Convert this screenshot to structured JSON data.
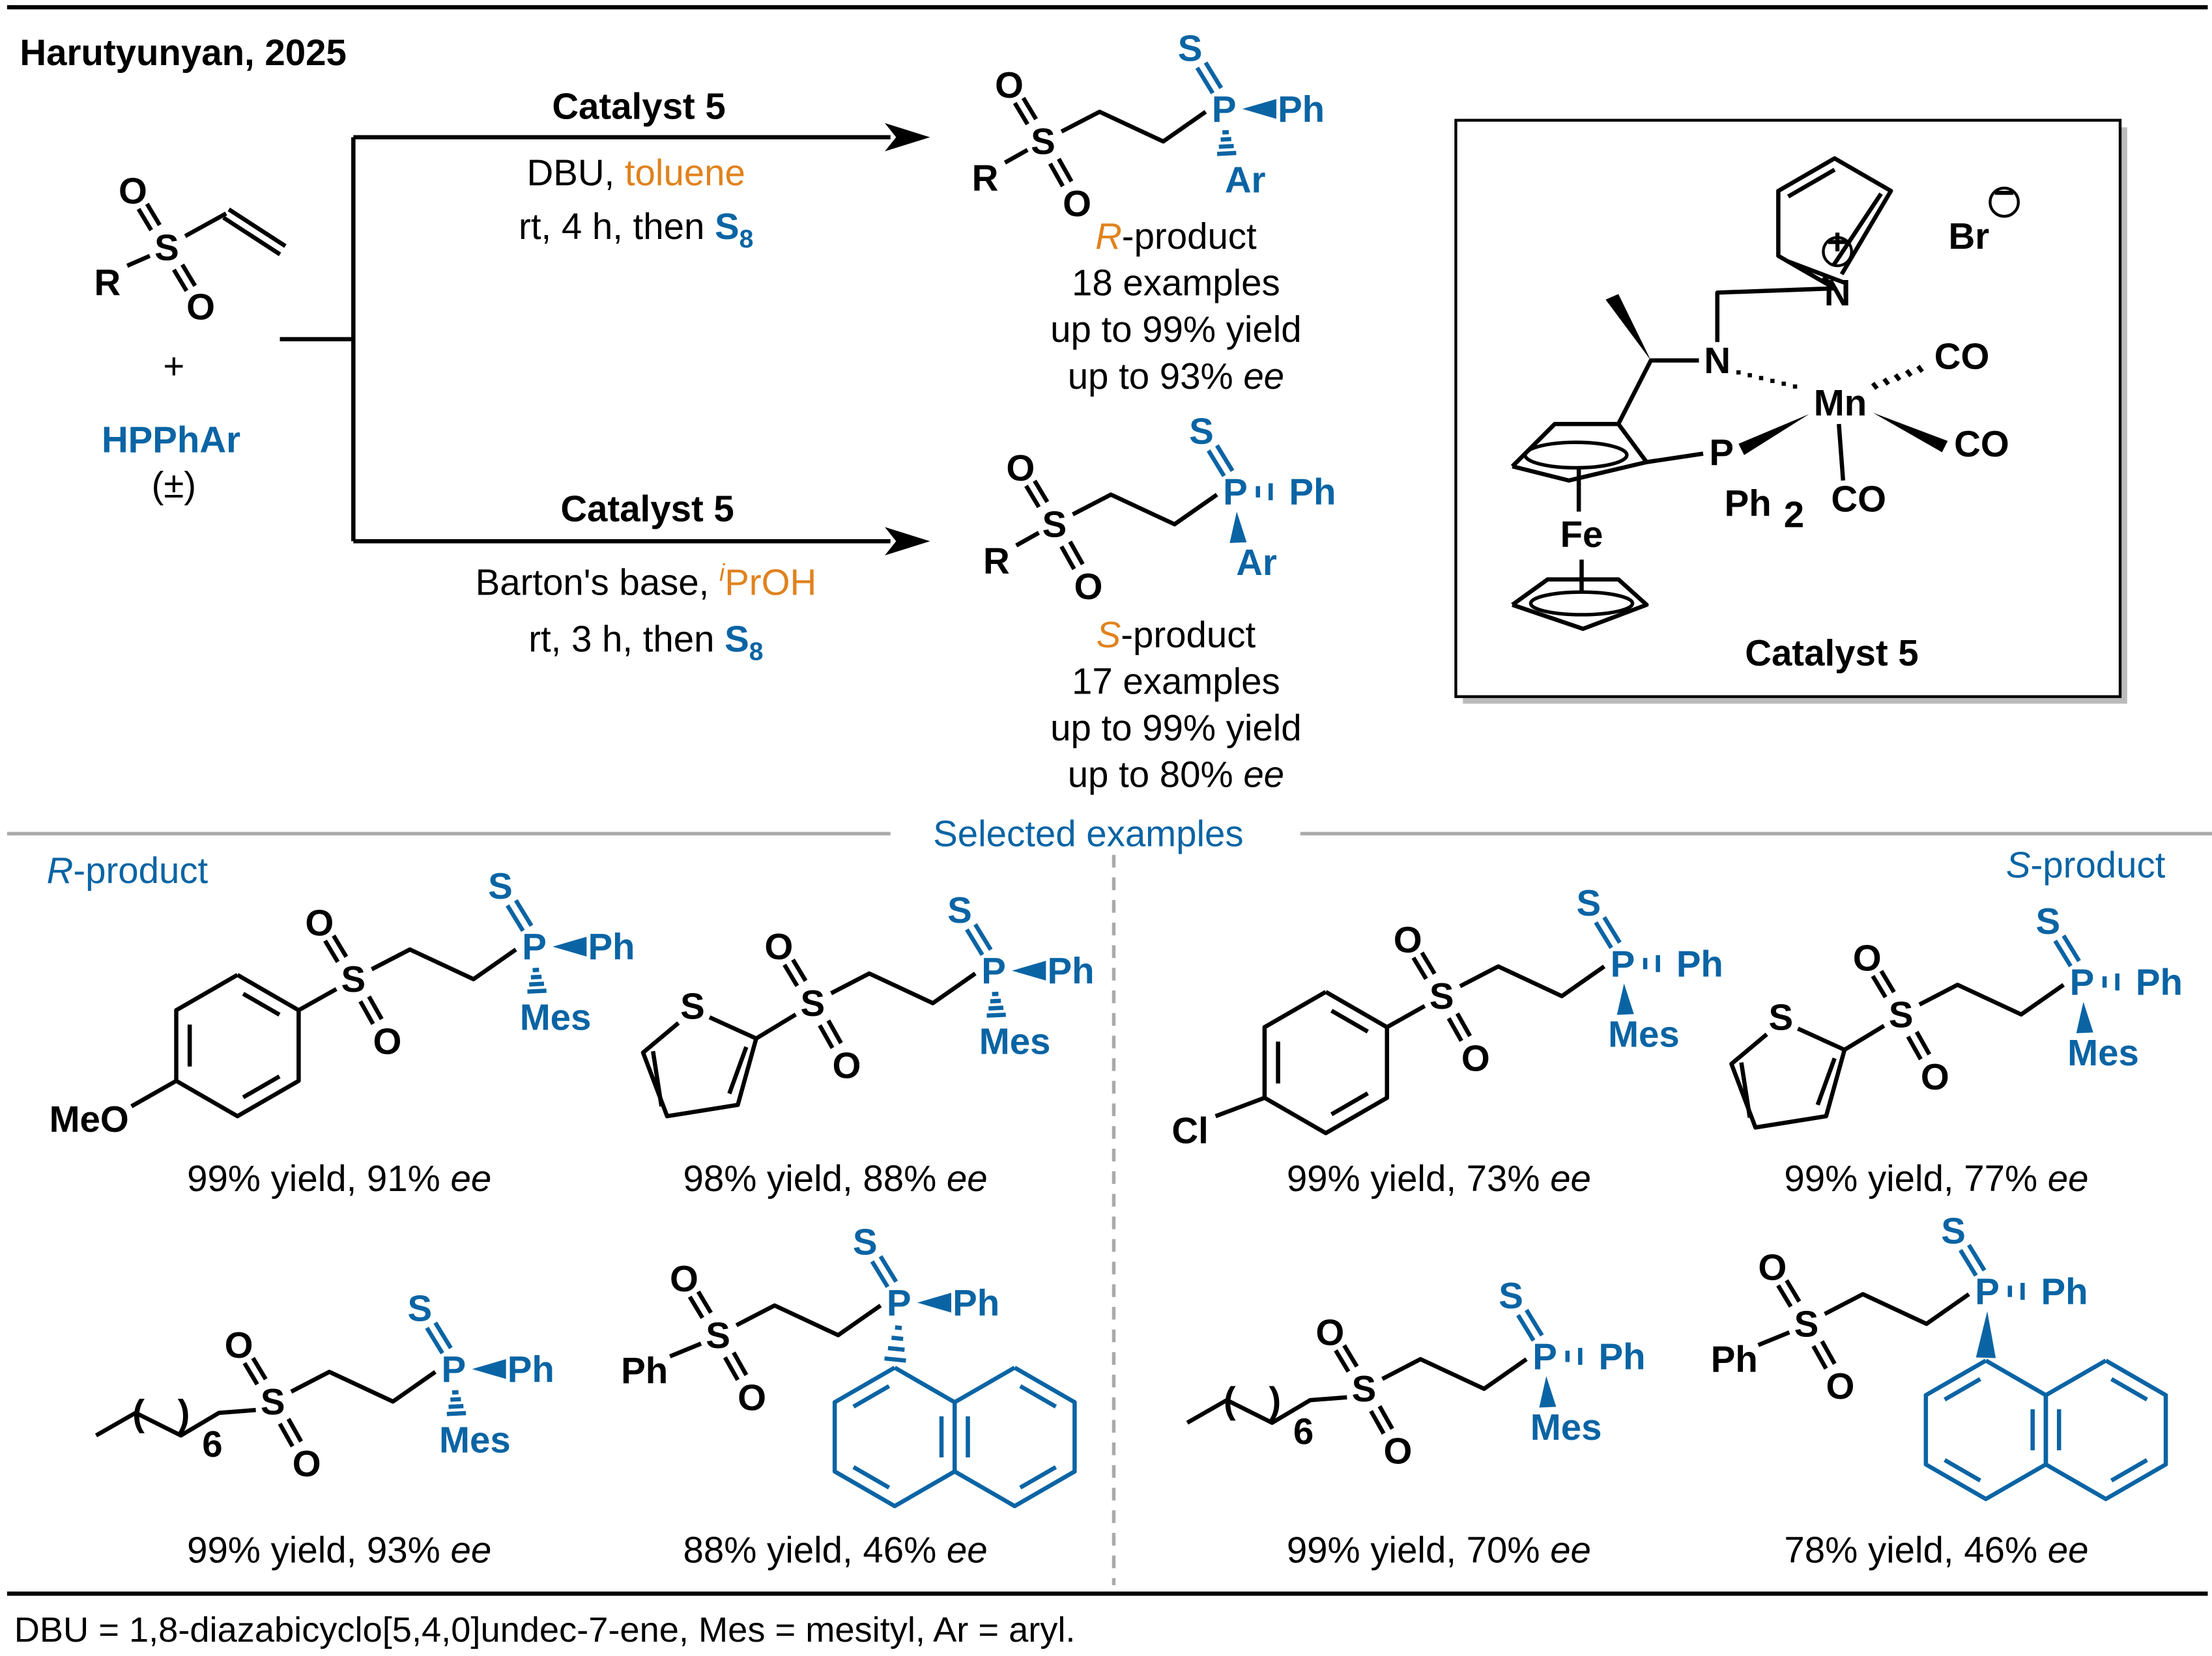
{
  "header": {
    "title": "Harutyunyan, 2025"
  },
  "atoms": {
    "o": "O",
    "s": "S",
    "p": "P",
    "ph": "Ph",
    "r": "R",
    "ar": "Ar",
    "mes": "Mes"
  },
  "reactants": {
    "plus": "+",
    "phosphine": "HPPhAr",
    "racemic": "(±)"
  },
  "conditions": {
    "top": {
      "catalyst": "Catalyst 5",
      "base": "DBU, ",
      "solvent": "toluene",
      "time": "rt, 4 h, then ",
      "s8": "S",
      "s8_sub": "8"
    },
    "bottom": {
      "catalyst": "Catalyst 5",
      "base": "Barton's base, ",
      "solvent_sup": "i",
      "solvent": "PrOH",
      "time": "rt, 3 h, then ",
      "s8": "S",
      "s8_sub": "8"
    }
  },
  "products": {
    "r": {
      "config": "R",
      "suffix": "-product",
      "examples": "18 examples",
      "yield": "up to 99% yield",
      "ee_prefix": "up to 93% ",
      "ee": "ee"
    },
    "s": {
      "config": "S",
      "suffix": "-product",
      "examples": "17 examples",
      "yield": "up to 99% yield",
      "ee_prefix": "up to 80% ",
      "ee": "ee"
    }
  },
  "catalyst": {
    "name": "Catalyst 5",
    "n_pyr": "N",
    "plus": "+",
    "br": "Br",
    "minus": "−",
    "n_amine": "N",
    "mn": "Mn",
    "co1": "CO",
    "co2": "CO",
    "co3": "CO",
    "p": "P",
    "ph2": "Ph",
    "ph2_sub": "2",
    "fe": "Fe"
  },
  "selected": {
    "title": "Selected examples",
    "r_label": {
      "config": "R",
      "suffix": "-product"
    },
    "s_label": {
      "config": "S",
      "suffix": "-product"
    },
    "examples": [
      {
        "substituent": "MeO",
        "yield": "99% yield, 91% ",
        "ee": "ee"
      },
      {
        "substituent": "S",
        "yield": "98% yield, 88% ",
        "ee": "ee"
      },
      {
        "substituent": "6",
        "yield": "99% yield, 93% ",
        "ee": "ee"
      },
      {
        "substituent": "Ph",
        "yield": "88% yield, 46% ",
        "ee": "ee"
      },
      {
        "substituent": "Cl",
        "yield": "99% yield, 73% ",
        "ee": "ee"
      },
      {
        "substituent": "S",
        "yield": "99% yield, 77% ",
        "ee": "ee"
      },
      {
        "substituent": "6",
        "yield": "99% yield, 70% ",
        "ee": "ee"
      },
      {
        "substituent": "Ph",
        "yield": "78% yield, 46% ",
        "ee": "ee"
      }
    ]
  },
  "footnote": "DBU = 1,8-diazabicyclo[5,4,0]undec-7-ene, Mes = mesityl, Ar = aryl.",
  "colors": {
    "blue": "#0a64a4",
    "orange": "#e0821e"
  }
}
